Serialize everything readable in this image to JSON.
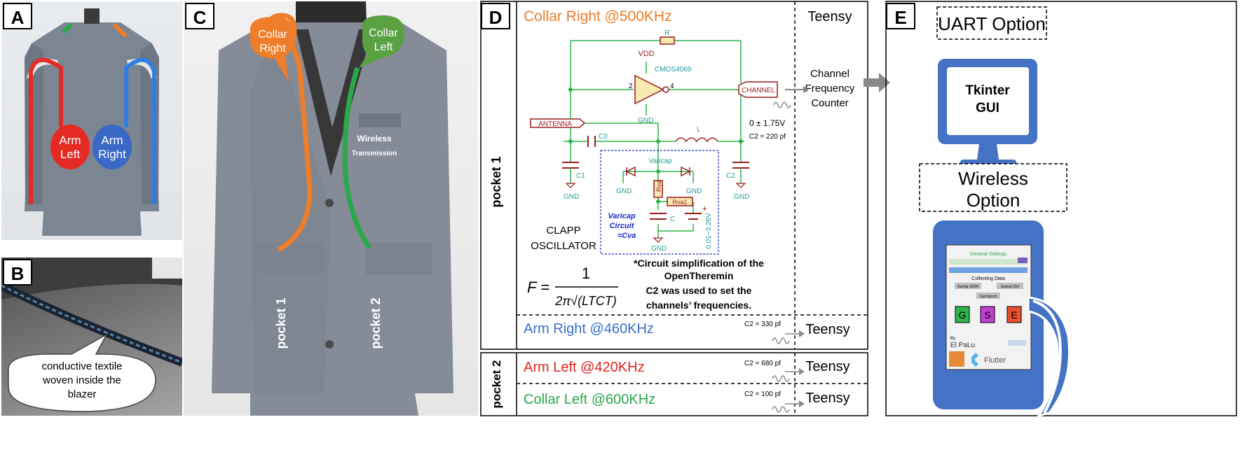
{
  "panels": {
    "a": "A",
    "b": "B",
    "c": "C",
    "d": "D",
    "e": "E"
  },
  "panel_a": {
    "arm_left_line1": "Arm",
    "arm_left_line2": "Left",
    "arm_right_line1": "Arm",
    "arm_right_line2": "Right"
  },
  "panel_b": {
    "callout_line1": "conductive textile",
    "callout_line2": "woven inside the",
    "callout_line3": "blazer"
  },
  "panel_c": {
    "collar_right_line1": "Collar",
    "collar_right_line2": "Right",
    "collar_left_line1": "Collar",
    "collar_left_line2": "Left",
    "wireless_line1": "Wireless",
    "wireless_line2": "Transmission",
    "pocket1": "pocket 1",
    "pocket2": "pocket 2"
  },
  "panel_d": {
    "pocket1": "pocket 1",
    "pocket2": "pocket 2",
    "collar_right": "Collar Right @500KHz",
    "arm_right": "Arm Right @460KHz",
    "arm_left": "Arm Left @420KHz",
    "collar_left": "Collar Left @600KHz",
    "teensy": "Teensy",
    "channel_line1": "Channel",
    "channel_line2": "Frequency",
    "channel_line3": "Counter",
    "voltage": "0 ± 1.75V",
    "c2_220": "C2 = 220 pf",
    "c2_330": "C2 = 330 pf",
    "c2_680": "C2 = 680 pf",
    "c2_100": "C2 = 100 pf",
    "clapp_line1": "CLAPP",
    "clapp_line2": "OSCILLATOR",
    "note_line1": "*Circuit simplification of the",
    "note_line2": "OpenTheremin",
    "note_line3": "C2 was used to set the",
    "note_line4": "channels’ frequencies.",
    "formula_f": "F =",
    "formula_num": "1",
    "formula_den": "2π√(LTCT)",
    "circuit": {
      "r": "R",
      "vdd": "VDD",
      "chip": "CMOS4069",
      "pin2": "2",
      "pin4": "4",
      "pin_v": "VDD",
      "channel": "CHANNEL",
      "antenna": "ANTENNA",
      "gnd": "GND",
      "c0": "C0",
      "l": "L",
      "c1": "C1",
      "c2": "C2",
      "varicap": "Varicap",
      "rva": "Rva",
      "rva1": "Rva1",
      "c": "C",
      "vrange": "0.01~3.26V",
      "varicap_circuit_line1": "Varicap",
      "varicap_circuit_line2": "Circuit",
      "varicap_circuit_line3": "=Cva"
    }
  },
  "panel_e": {
    "uart": "UART Option",
    "tkinter_line1": "Tkinter",
    "tkinter_line2": "GUI",
    "wireless_line1": "Wireless",
    "wireless_line2": "Option",
    "phone": {
      "general": "General Settings",
      "collecting": "Collecting Data",
      "saving_json": "Saving JSON",
      "saving_csv": "Saving CSV",
      "camsynch": "CamSynch",
      "g": "G",
      "s": "S",
      "e": "E",
      "by": "By",
      "elpalu": "El PaLu",
      "flutter": "Flutter"
    }
  },
  "colors": {
    "orange": "#ef7d29",
    "green": "#2aa84a",
    "red": "#e3231f",
    "blue": "#3a6fc9",
    "mon_blue": "#4472c4",
    "wire": "#2db34a",
    "comp": "#9b1c1c",
    "teal": "#2a9a9a",
    "navy": "#1e2bc8",
    "gray": "#888888"
  }
}
